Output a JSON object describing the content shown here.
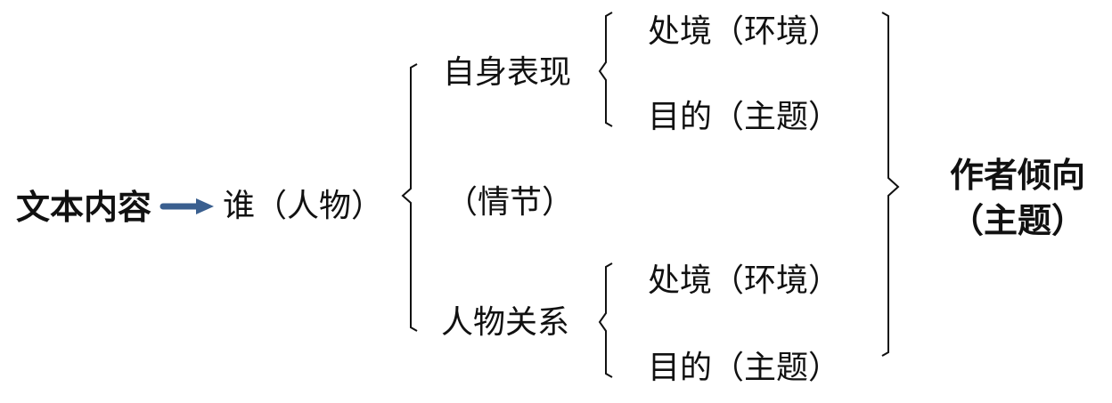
{
  "diagram": {
    "root": "文本内容",
    "who": "谁（人物）",
    "self_performance": "自身表现",
    "plot": "（情节）",
    "relations": "人物关系",
    "self_children": [
      "处境（环境）",
      "目的（主题）"
    ],
    "relations_children": [
      "处境（环境）",
      "目的（主题）"
    ],
    "conclusion": {
      "line1": "作者倾向",
      "line2": "（主题）"
    },
    "arrow_color": "#3a5f8f"
  }
}
